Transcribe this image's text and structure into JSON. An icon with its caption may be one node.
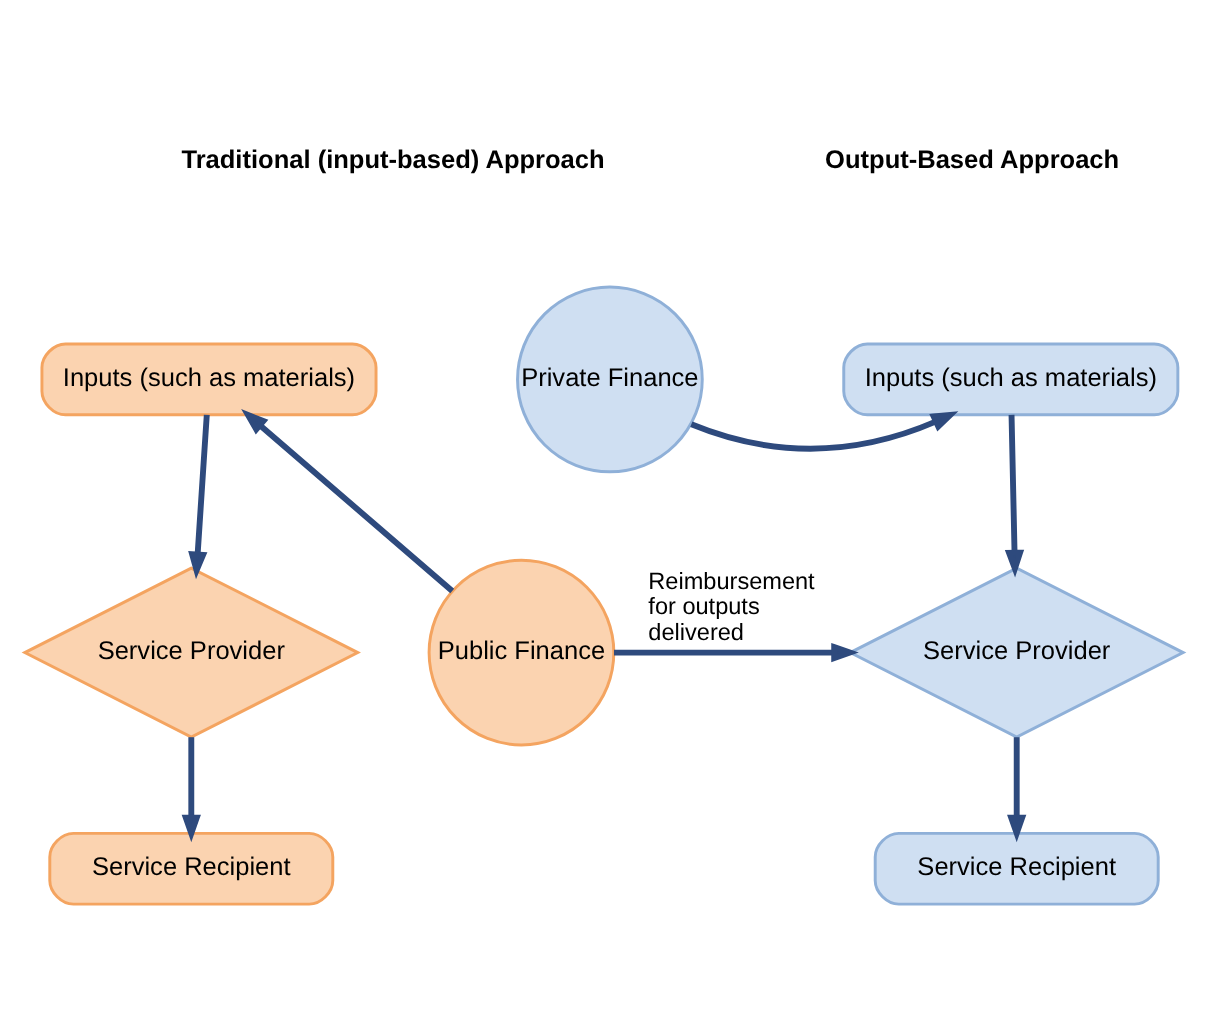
{
  "diagram": {
    "nodes": [
      {
        "text": [
          "Inputs (such as materials)"
        ]
      },
      {
        "text": [
          "Service Provider"
        ]
      },
      {
        "text": [
          "Service Recipient"
        ]
      },
      {
        "text": [
          "Private Finance"
        ]
      },
      {
        "text": [
          "Public Finance"
        ]
      },
      {
        "text": [
          "Inputs (such as materials)"
        ]
      },
      {
        "text": [
          "Service Provider"
        ]
      },
      {
        "text": [
          "Service Recipient"
        ]
      }
    ],
    "edges": [
      {
        "from": 0,
        "to": 1,
        "arrow": "to"
      },
      {
        "from": 1,
        "to": 2,
        "arrow": "to"
      },
      {
        "from": 4,
        "to": 0,
        "arrow": "to"
      },
      {
        "from": 3,
        "to": 5,
        "arrow": "to"
      },
      {
        "from": 5,
        "to": 6,
        "arrow": "to"
      },
      {
        "from": 4,
        "to": 6,
        "arrow": "to",
        "label": "Reimbursement for outputs delivered"
      },
      {
        "from": 6,
        "to": 7,
        "arrow": "to"
      }
    ],
    "labels": [
      "Traditional (input-based) Approach",
      "Output-Based Approach"
    ]
  }
}
